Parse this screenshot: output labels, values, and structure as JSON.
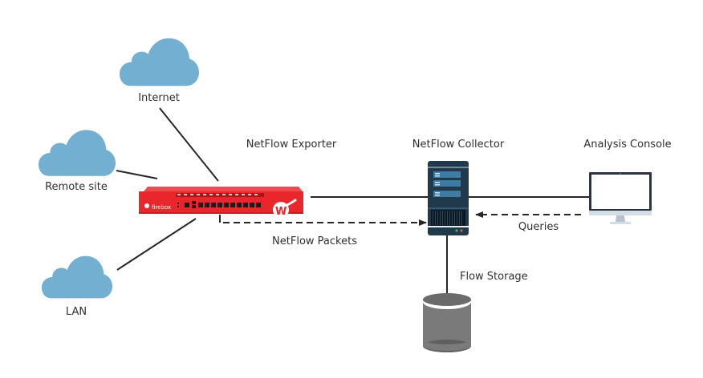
{
  "nodes": {
    "internet": {
      "label": "Internet",
      "icon": "cloud-icon"
    },
    "remote_site": {
      "label": "Remote site",
      "icon": "cloud-icon"
    },
    "lan": {
      "label": "LAN",
      "icon": "cloud-icon"
    },
    "exporter": {
      "label": "NetFlow Exporter",
      "icon": "firewall-appliance-icon",
      "brand_text": "firebox"
    },
    "collector": {
      "label": "NetFlow Collector",
      "icon": "server-icon"
    },
    "console": {
      "label": "Analysis Console",
      "icon": "monitor-icon"
    },
    "storage": {
      "label": "Flow Storage",
      "icon": "database-icon"
    }
  },
  "edges": {
    "netflow_packets": {
      "label": "NetFlow Packets",
      "from": "exporter",
      "to": "collector",
      "style": "dashed"
    },
    "queries": {
      "label": "Queries",
      "from": "console",
      "to": "collector",
      "style": "dashed"
    }
  },
  "colors": {
    "cloud": "#72afd0",
    "firewall_red": "#e8262b",
    "server_body": "#213a4b",
    "server_slot": "#3f7ca3",
    "monitor_frame": "#2b3340",
    "database": "#7a7a7a",
    "line": "#262626"
  }
}
